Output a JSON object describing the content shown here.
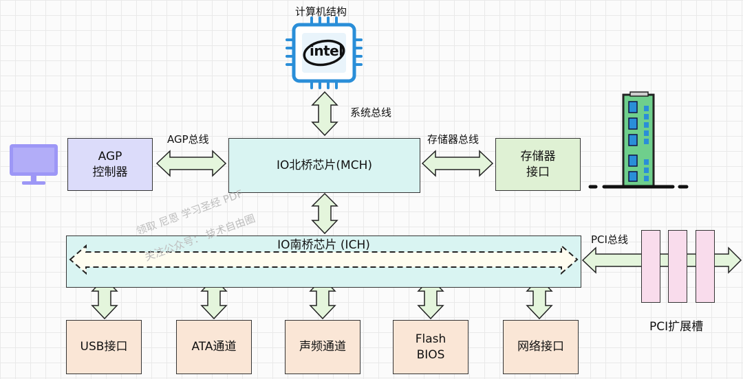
{
  "cpu": {
    "title": "计算机结构",
    "brand": "intel"
  },
  "labels": {
    "system_bus": "系统总线",
    "agp_bus": "AGP总线",
    "memory_bus": "存储器总线",
    "pci_bus": "PCI总线",
    "pci_slots": "PCI扩展槽"
  },
  "boxes": {
    "agp": "AGP\n控制器",
    "mch": "IO北桥芯片(MCH)",
    "memory": "存储器\n接口",
    "ich": "IO南桥芯片 (ICH)",
    "usb": "USB接口",
    "ata": "ATA通道",
    "audio": "声频通道",
    "flash": "Flash\nBIOS",
    "network": "网络接口"
  },
  "watermark": {
    "line1": "领取 尼恩 学习圣经 PDF",
    "line2": "关注公众号：  技术自由圈"
  },
  "colors": {
    "arrow_fill": "#e4f5dc",
    "agp_fill": "#dcdcfa",
    "bridge_fill": "#d9f4f2",
    "memory_fill": "#dff1d4",
    "device_fill": "#fae6d6",
    "pci_slot_fill": "#f9dcec",
    "cpu_blue": "#2a8ed8",
    "monitor": "#9d97f6"
  }
}
